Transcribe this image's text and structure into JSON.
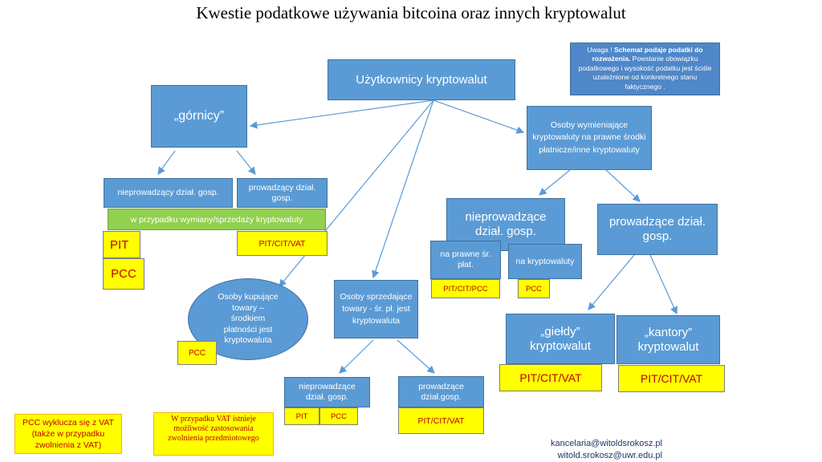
{
  "title": "Kwestie podatkowe używania bitcoina oraz innych kryptowalut",
  "note": {
    "prefix": "Uwaga ! ",
    "bold": "Schemat podaje podatki do rozważenia.",
    "rest": " Powstanie obowiązku podatkowego i wysokość podatku jest ściśle uzależnione od konkretnego stanu faktycznego ."
  },
  "nodes": {
    "root": "Użytkownicy kryptowalut",
    "gornicy": "„górnicy”",
    "gornicy_nieprow": "nieprowadzący dział. gosp.",
    "gornicy_prow": "prowadzący dział. gosp.",
    "wymiana_bar": "w przypadku  wymiany/sprzedaży kryptowaluty",
    "pit": "PIT",
    "pcc": "PCC",
    "pit_cit_vat_1": "PIT/CIT/VAT",
    "osoby_wymieniajace": "Osoby wymieniające kryptowaluty  na prawne środki płatnicze/inne kryptowaluty",
    "nieprowadzace": "nieprowadzące dział. gosp.",
    "prowadzace": "prowadzące dział. gosp.",
    "na_prawne": "na prawne śr. płat.",
    "na_krypto": "na kryptowaluty",
    "pit_cit_pcc": "PIT/CIT/PCC",
    "pcc_small": "PCC",
    "gieldy": "„giełdy” kryptowalut",
    "kantory": "„kantory” kryptowalut",
    "gieldy_tax": "PIT/CIT/VAT",
    "kantory_tax": "PIT/CIT/VAT",
    "kupujace": "Osoby kupujące towary – środkiem płatności jest kryptowaluta",
    "kupujace_pcc": "PCC",
    "sprzedajace": "Osoby sprzedające towary -  śr. pł. jest kryptowaluta",
    "sprz_nieprow": "nieprowadzące dział. gosp.",
    "sprz_prow": "prowadzące dział.gosp.",
    "sprz_pit": "PIT",
    "sprz_pcc": "PCC",
    "sprz_tax": "PIT/CIT/VAT"
  },
  "footnotes": {
    "pcc_vat": "PCC wyklucza się z VAT (także w przypadku zwolnienia z VAT)",
    "vat_exemption": "W przypadku  VAT istnieje możliwość  zastosowania zwolnienia przedmiotowego"
  },
  "contact": {
    "email1": "kancelaria@witoldsrokosz.pl",
    "email2": "witold.srokosz@uwr.edu.pl"
  },
  "colors": {
    "box_fill": "#5b9bd5",
    "box_border": "#41719c",
    "tax_fill": "#ffff00",
    "tax_text": "#c00000",
    "green_bar": "#92d050",
    "arrow": "#5b9bd5"
  }
}
